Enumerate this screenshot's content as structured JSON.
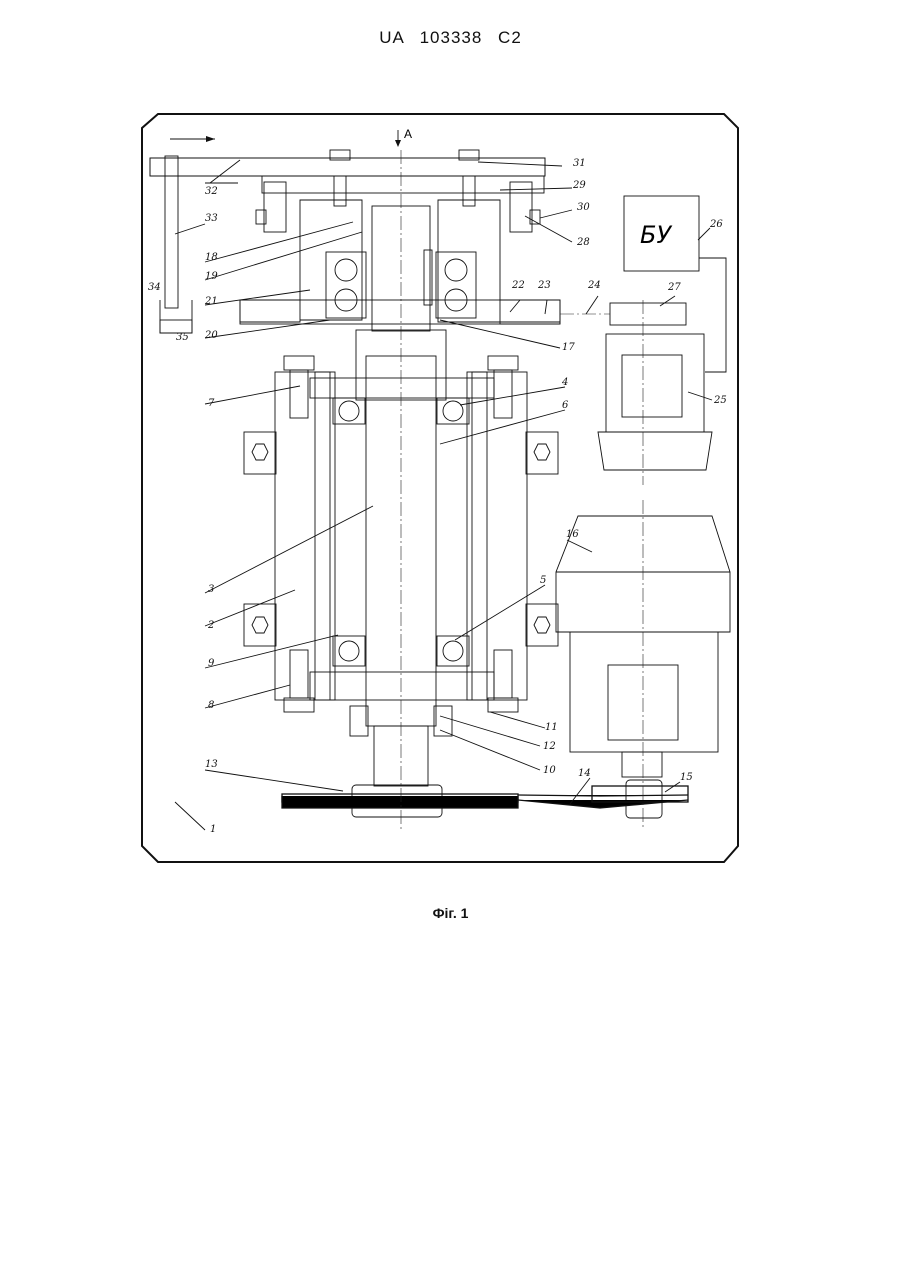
{
  "header": {
    "patent": "UA 103338 C2"
  },
  "figure": {
    "caption": "Фіг. 1",
    "view_marker": "A",
    "control_unit_text": "БУ",
    "part_labels": [
      "1",
      "2",
      "3",
      "4",
      "5",
      "6",
      "7",
      "8",
      "9",
      "10",
      "11",
      "12",
      "13",
      "14",
      "15",
      "16",
      "17",
      "18",
      "19",
      "20",
      "21",
      "22",
      "23",
      "24",
      "25",
      "26",
      "27",
      "28",
      "29",
      "30",
      "31",
      "32",
      "33",
      "34",
      "35"
    ]
  }
}
